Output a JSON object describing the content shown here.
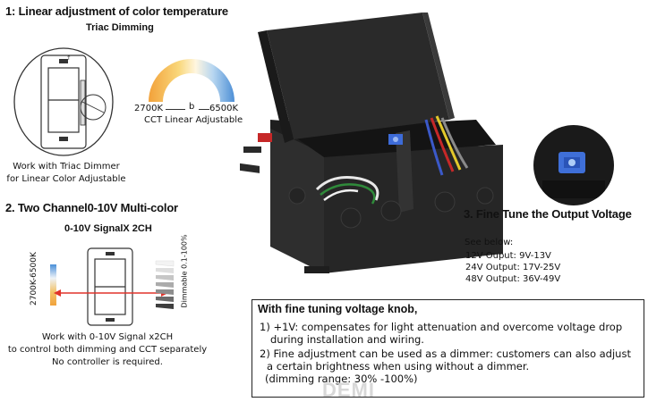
{
  "section1": {
    "title": "1: Linear adjustment of color temperature",
    "subtitle": "Triac Dimming",
    "cct_min": "2700K",
    "cct_marker": "b",
    "cct_max": "6500K",
    "cct_caption": "CCT Linear Adjustable",
    "caption_line1": "Work with Triac Dimmer",
    "caption_line2": "for Linear Color Adjustable"
  },
  "section2": {
    "title": "2. Two Channel0-10V Multi-color",
    "subtitle": "0-10V SignalX 2CH",
    "left_scale_label": "2700K-6500K",
    "right_scale_label": "Dimmable 0.1-100%",
    "caption_line1": "Work with 0-10V Signal x2CH",
    "caption_line2": "to control both dimming and CCT separately",
    "caption_line3": "No controller is required."
  },
  "section3": {
    "title": "3. Fine Tune the Output Voltage",
    "see_below": "See below:",
    "specs": [
      "12V Ouput: 9V-13V",
      "24V Output: 17V-25V",
      "48V Output: 36V-49V"
    ]
  },
  "fine_box": {
    "title": "With fine tuning voltage knob,",
    "line1": "1)  +1V:  compensates for light attenuation and overcome voltage drop",
    "line1b": "during installation and wiring.",
    "line2": "2)  Fine adjustment can be used as a dimmer: customers can also adjust",
    "line2b": "a certain brightness when using without a dimmer.",
    "line3": "(dimming range: 30% -100%)"
  },
  "watermark": "DEMI",
  "colors": {
    "warm": "#f5a623",
    "cool": "#4a90d9",
    "red_arrow": "#e0332b",
    "box_black": "#1a1a1a"
  }
}
